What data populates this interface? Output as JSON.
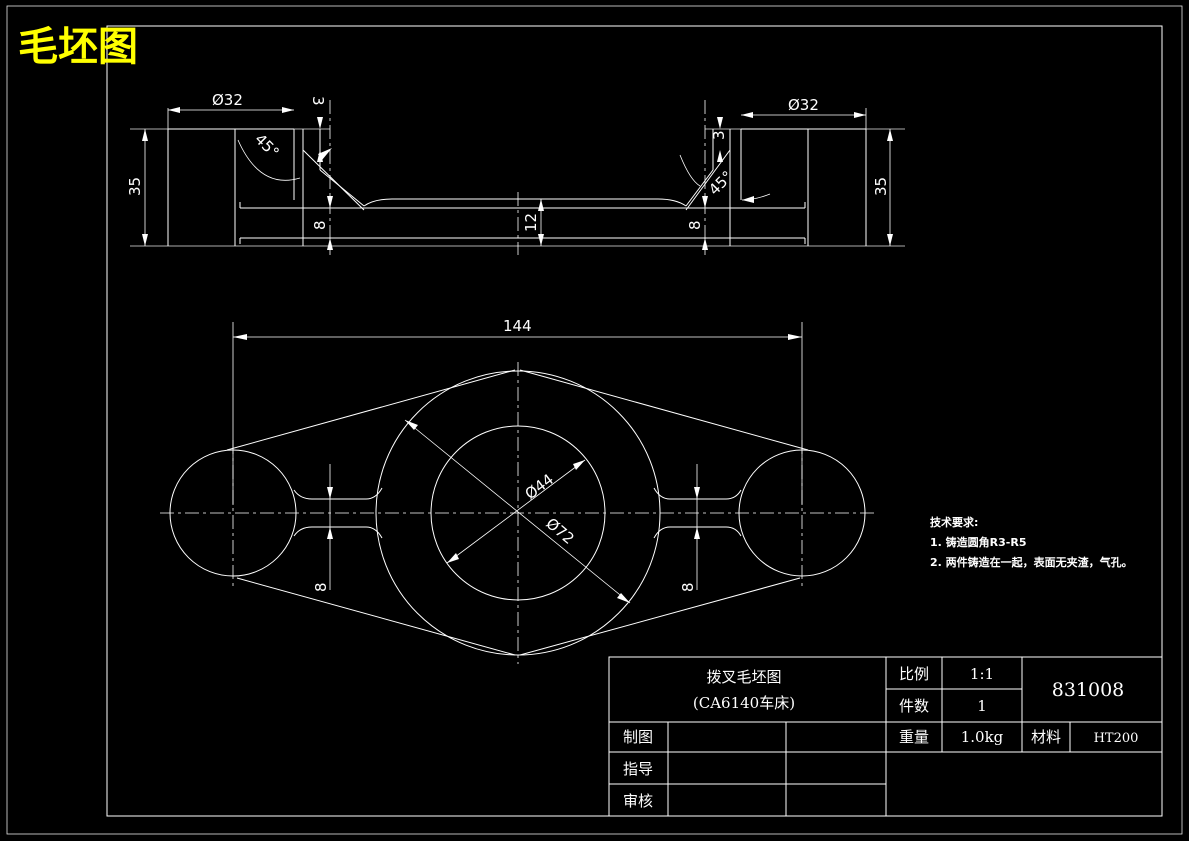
{
  "drawing": {
    "title": "毛坯图",
    "colors": {
      "background": "#000000",
      "lines": "#ffffff",
      "title": "#ffff00"
    }
  },
  "dimensions": {
    "top_left_dia": "Ø32",
    "top_right_dia": "Ø32",
    "left_height": "35",
    "right_height": "35",
    "left_chamfer": "3",
    "right_chamfer": "3",
    "left_angle": "45°",
    "right_angle": "45°",
    "left_rib": "8",
    "right_rib": "8",
    "center_thickness": "12",
    "overall_length": "144",
    "hub_inner_dia": "Ø44",
    "hub_outer_dia": "Ø72",
    "plan_left_rib": "8",
    "plan_right_rib": "8"
  },
  "notes": {
    "heading": "技术要求:",
    "line1": "1. 铸造圆角R3-R5",
    "line2": "2. 两件铸造在一起，表面无夹渣，气孔。"
  },
  "title_block": {
    "part_name": "拨叉毛坯图",
    "machine": "(CA6140车床)",
    "scale_label": "比例",
    "scale_value": "1:1",
    "quantity_label": "件数",
    "quantity_value": "1",
    "drawing_number": "831008",
    "weight_label": "重量",
    "weight_value": "1.0kg",
    "material_label": "材料",
    "material_value": "HT200",
    "drawn_by_label": "制图",
    "instructor_label": "指导",
    "checked_label": "审核"
  }
}
